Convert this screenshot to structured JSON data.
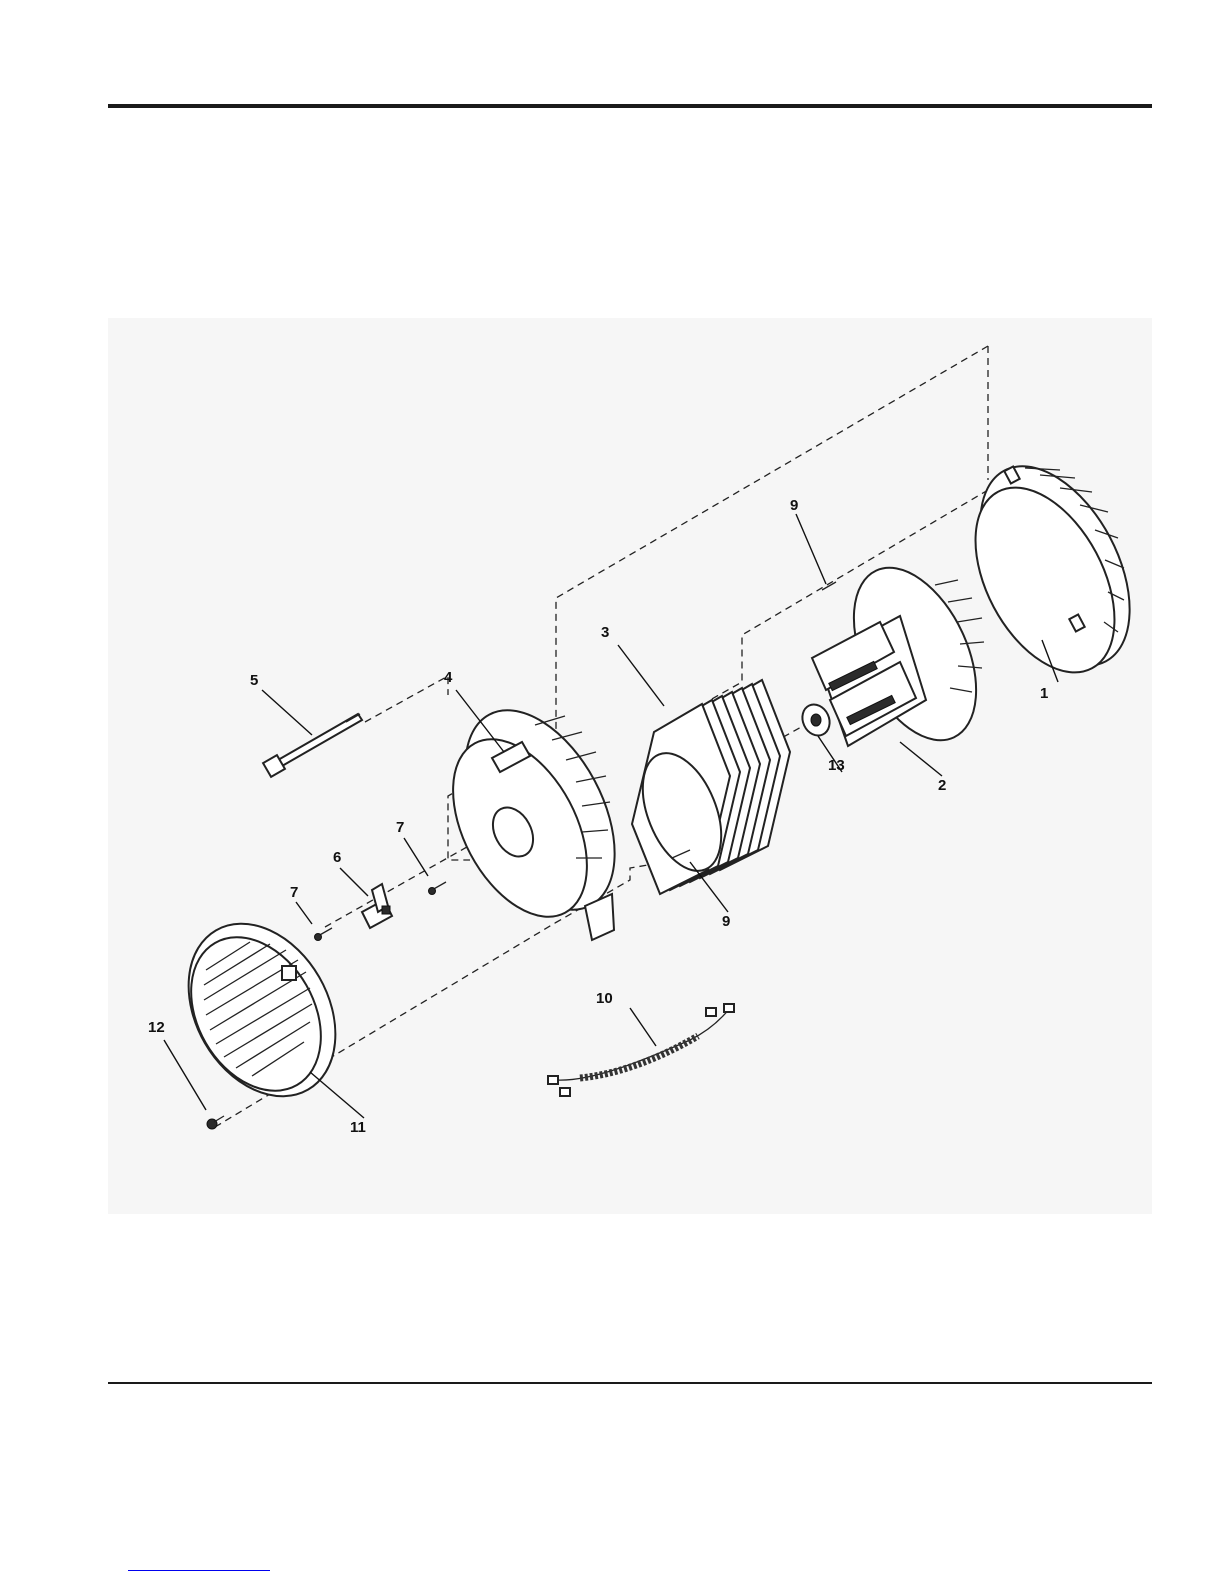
{
  "diagram": {
    "callouts": [
      {
        "key": "c1",
        "label": "1"
      },
      {
        "key": "c2",
        "label": "2"
      },
      {
        "key": "c3",
        "label": "3"
      },
      {
        "key": "c4",
        "label": "4"
      },
      {
        "key": "c5",
        "label": "5"
      },
      {
        "key": "c6",
        "label": "6"
      },
      {
        "key": "c7a",
        "label": "7"
      },
      {
        "key": "c7b",
        "label": "7"
      },
      {
        "key": "c9a",
        "label": "9"
      },
      {
        "key": "c9b",
        "label": "9"
      },
      {
        "key": "c10",
        "label": "10"
      },
      {
        "key": "c11",
        "label": "11"
      },
      {
        "key": "c12",
        "label": "12"
      },
      {
        "key": "c13",
        "label": "13"
      }
    ]
  },
  "colors": {
    "rule": "#1a1a1a",
    "panel": "#f6f6f6",
    "line": "#222222",
    "link": "#0000ee"
  }
}
